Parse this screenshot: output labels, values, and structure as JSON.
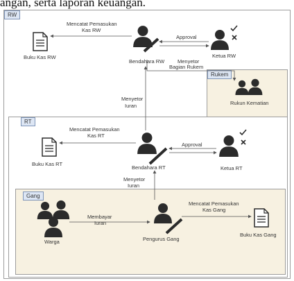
{
  "top_text": "angan, serta laporan keuangan.",
  "panels": {
    "rw": "RW",
    "rt": "RT",
    "gang": "Gang",
    "rukem": "Rukem"
  },
  "nodes": {
    "bendahara_rw": "Bendahara RW",
    "ketua_rw": "Ketua RW",
    "buku_kas_rw": "Buku Kas RW",
    "rukun_kematian": "Rukun Kematian",
    "bendahara_rt": "Bendahara RT",
    "ketua_rt": "Ketua RT",
    "buku_kas_rt": "Buku Kas RT",
    "warga": "Warga",
    "pengurus_gang": "Pengurus Gang",
    "buku_kas_gang": "Buku Kas Gang"
  },
  "edges": {
    "rw_catat_1": "Mencatat Pemasukan",
    "rw_catat_2": "Kas RW",
    "rw_approval": "Approval",
    "rw_rukem_1": "Menyetor",
    "rw_rukem_2": "Bagian Rukem",
    "rt_rw_1": "Menyetor",
    "rt_rw_2": "Iuran",
    "rt_catat_1": "Mencatat Pemasukan",
    "rt_catat_2": "Kas RT",
    "rt_approval": "Approval",
    "gang_rt_1": "Menyetor",
    "gang_rt_2": "Iuran",
    "warga_bayar_1": "Membayar",
    "warga_bayar_2": "Iuran",
    "gang_catat_1": "Mencatat Pemasukan",
    "gang_catat_2": "Kas Gang"
  },
  "colors": {
    "panel_border": "#9c9c9c",
    "highlight_fill": "#f7f1e1",
    "tag_fill": "#dde6f4",
    "icon": "#2b2b2b",
    "line": "#555555"
  }
}
